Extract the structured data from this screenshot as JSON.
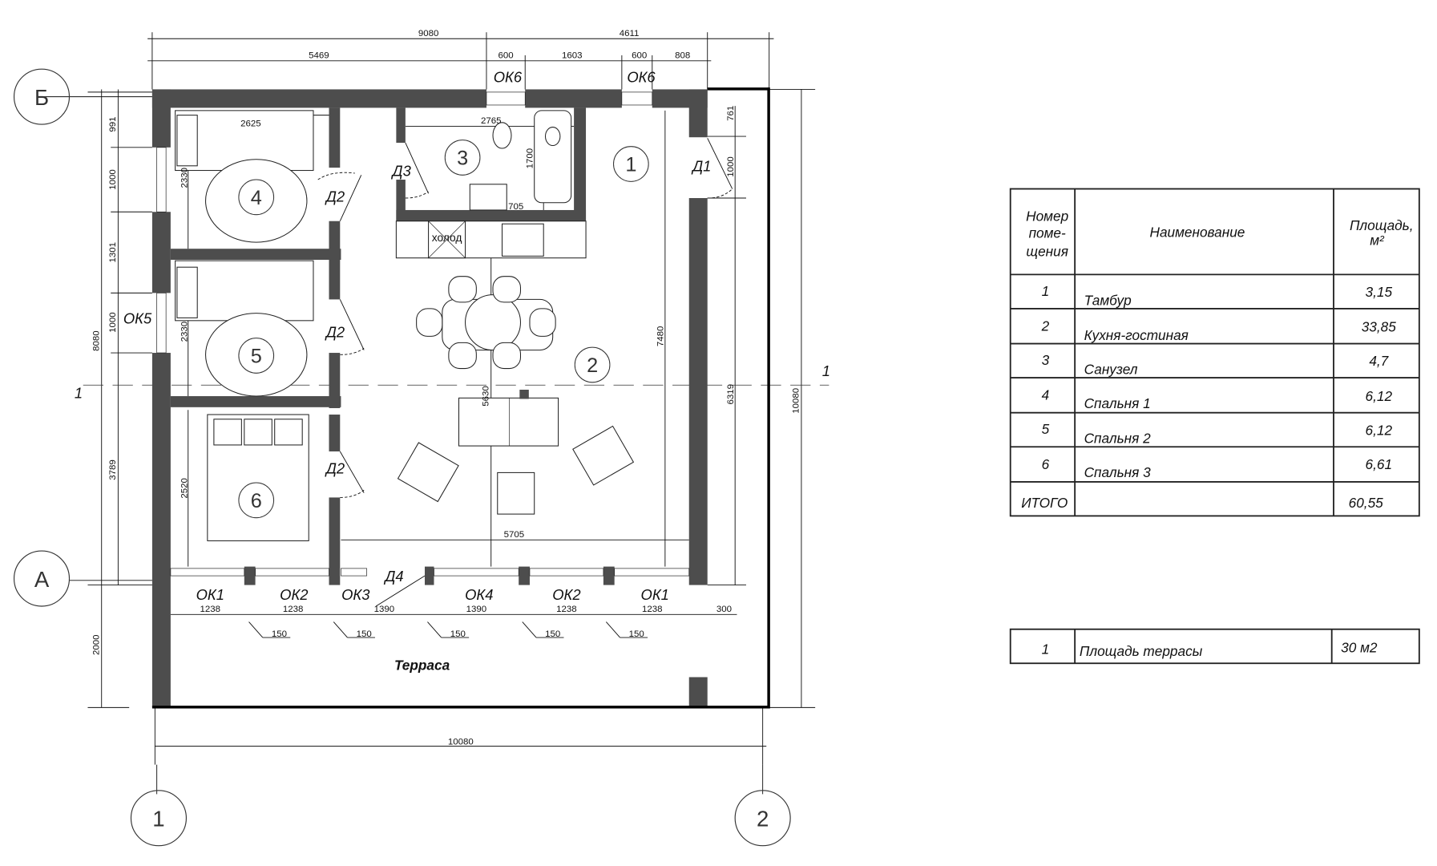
{
  "axes": {
    "b": "Б",
    "a": "А",
    "c1": "1",
    "c2": "2",
    "sec_left": "1",
    "sec_right": "1"
  },
  "rooms": [
    "1",
    "2",
    "3",
    "4",
    "5",
    "6"
  ],
  "doors": {
    "d1": "Д1",
    "d2": "Д2",
    "d3": "Д3",
    "d4": "Д4"
  },
  "windows": {
    "ok1": "ОК1",
    "ok2": "ОК2",
    "ok3": "ОК3",
    "ok4": "ОК4",
    "ok5": "ОК5",
    "ok6": "ОК6"
  },
  "dims": {
    "top_total_left": "9080",
    "top_total_right": "4611",
    "top_5469": "5469",
    "top_600a": "600",
    "top_1603": "1603",
    "top_600b": "600",
    "top_808": "808",
    "left_991": "991",
    "left_1000a": "1000",
    "left_1301": "1301",
    "left_1000b": "1000",
    "left_3789": "3789",
    "left_2000": "2000",
    "left_8080": "8080",
    "in_2330a": "2330",
    "in_2330b": "2330",
    "in_2520": "2520",
    "in_2625": "2625",
    "in_2765": "2765",
    "in_1700": "1700",
    "in_705": "705",
    "in_5630": "5630",
    "in_7480": "7480",
    "in_5705": "5705",
    "right_761": "761",
    "right_1000": "1000",
    "right_6319": "6319",
    "right_10080": "10080",
    "bottom_10080": "10080",
    "win_1238a": "1238",
    "win_1238b": "1238",
    "win_1390a": "1390",
    "win_1390b": "1390",
    "win_1238c": "1238",
    "win_1238d": "1238",
    "win_300": "300",
    "pier_150": "150"
  },
  "labels": {
    "fridge": "холод",
    "terrace": "Терраса"
  },
  "table": {
    "headers": {
      "num": [
        "Номер",
        "поме-",
        "щения"
      ],
      "name": "Наименование",
      "area": [
        "Площадь,",
        "м²"
      ]
    },
    "rows": [
      {
        "num": "1",
        "name": "Тамбур",
        "area": "3,15"
      },
      {
        "num": "2",
        "name": "Кухня-гостиная",
        "area": "33,85"
      },
      {
        "num": "3",
        "name": "Санузел",
        "area": "4,7"
      },
      {
        "num": "4",
        "name": "Спальня 1",
        "area": "6,12"
      },
      {
        "num": "5",
        "name": "Спальня 2",
        "area": "6,12"
      },
      {
        "num": "6",
        "name": "Спальня 3",
        "area": "6,61"
      }
    ],
    "total": {
      "label": "ИТОГО",
      "area": "60,55"
    }
  },
  "terrace_table": {
    "num": "1",
    "name": "Площадь террасы",
    "area": "30 м2"
  },
  "colors": {
    "wall": "#4d4d4d",
    "line": "#111111"
  }
}
